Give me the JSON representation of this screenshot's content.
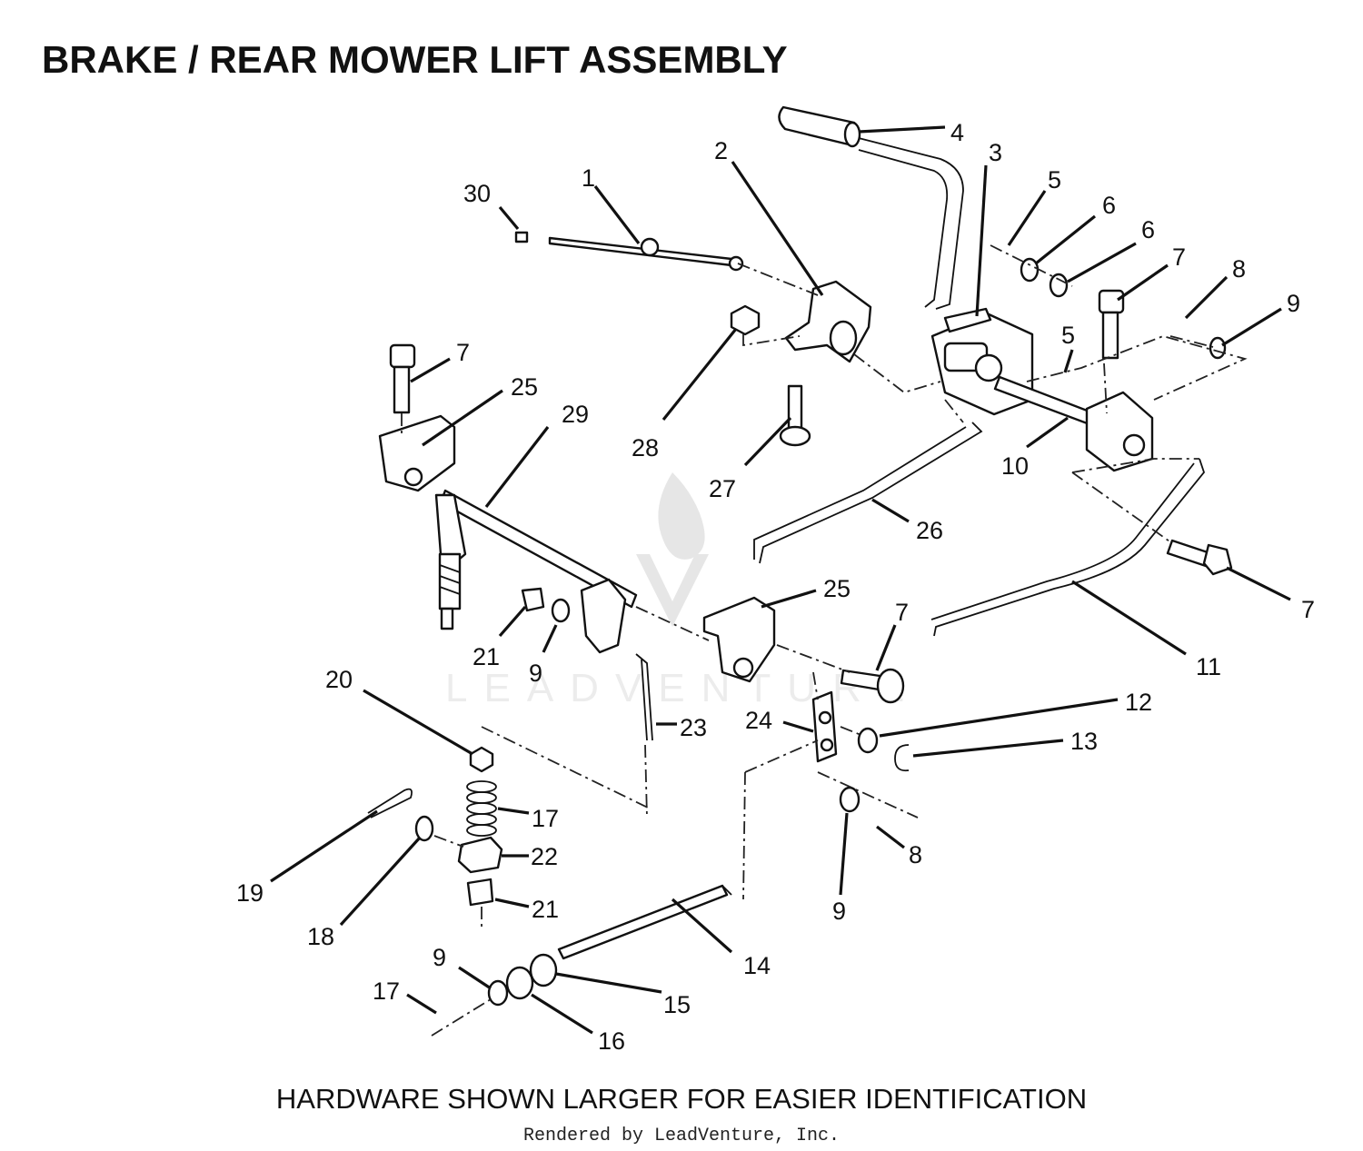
{
  "title": "BRAKE / REAR MOWER LIFT ASSEMBLY",
  "footer_note": "HARDWARE SHOWN LARGER FOR EASIER IDENTIFICATION",
  "credit": "Rendered by LeadVenture, Inc.",
  "watermark": "LEADVENTURE",
  "callouts": [
    {
      "label": "1"
    },
    {
      "label": "2"
    },
    {
      "label": "3"
    },
    {
      "label": "4"
    },
    {
      "label": "5"
    },
    {
      "label": "6"
    },
    {
      "label": "6"
    },
    {
      "label": "5"
    },
    {
      "label": "7"
    },
    {
      "label": "8"
    },
    {
      "label": "9"
    },
    {
      "label": "30"
    },
    {
      "label": "7"
    },
    {
      "label": "25"
    },
    {
      "label": "29"
    },
    {
      "label": "28"
    },
    {
      "label": "27"
    },
    {
      "label": "10"
    },
    {
      "label": "26"
    },
    {
      "label": "7"
    },
    {
      "label": "25"
    },
    {
      "label": "7"
    },
    {
      "label": "11"
    },
    {
      "label": "21"
    },
    {
      "label": "9"
    },
    {
      "label": "23"
    },
    {
      "label": "20"
    },
    {
      "label": "24"
    },
    {
      "label": "12"
    },
    {
      "label": "13"
    },
    {
      "label": "17"
    },
    {
      "label": "22"
    },
    {
      "label": "19"
    },
    {
      "label": "18"
    },
    {
      "label": "21"
    },
    {
      "label": "8"
    },
    {
      "label": "9"
    },
    {
      "label": "14"
    },
    {
      "label": "9"
    },
    {
      "label": "15"
    },
    {
      "label": "17"
    },
    {
      "label": "16"
    }
  ]
}
